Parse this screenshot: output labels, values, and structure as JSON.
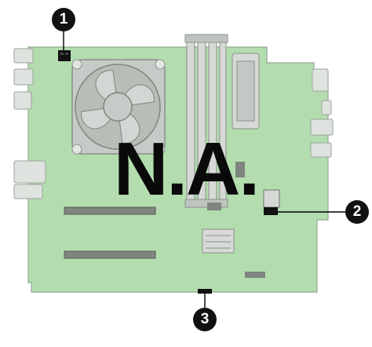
{
  "figure": {
    "overlay_text": "N.A.",
    "callouts": [
      {
        "id": "1",
        "label": "1"
      },
      {
        "id": "2",
        "label": "2"
      },
      {
        "id": "3",
        "label": "3"
      }
    ]
  },
  "colors": {
    "board": "#b3dcaf",
    "board_outline": "#8fa98c",
    "component_gray": "#c7cbc7",
    "callout_fill": "#111111",
    "leader_line": "#000000"
  }
}
